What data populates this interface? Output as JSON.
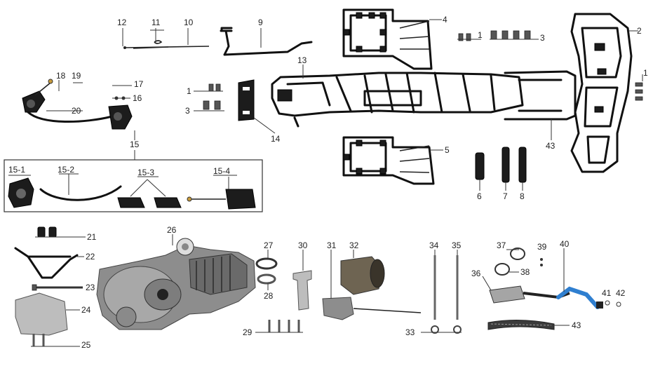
{
  "labels": {
    "l1a": "1",
    "l1b": "1",
    "l2": "2",
    "l3a": "3",
    "l3b": "3",
    "l4": "4",
    "l5": "5",
    "l6": "6",
    "l7": "7",
    "l8": "8",
    "l9": "9",
    "l10": "10",
    "l11": "11",
    "l12": "12",
    "l13": "13",
    "l14": "14",
    "l15": "15",
    "l15_1": "15-1",
    "l15_2": "15-2",
    "l15_3": "15-3",
    "l15_4": "15-4",
    "l16": "16",
    "l17": "17",
    "l18": "18",
    "l19": "19",
    "l20": "20",
    "l21": "21",
    "l22": "22",
    "l23": "23",
    "l24": "24",
    "l25": "25",
    "l26": "26",
    "l27": "27",
    "l28": "28",
    "l29": "29",
    "l30": "30",
    "l31": "31",
    "l32": "32",
    "l33": "33",
    "l34": "34",
    "l35": "35",
    "l36": "36",
    "l37": "37",
    "l38": "38",
    "l39": "39",
    "l40": "40",
    "l41": "41",
    "l42": "42",
    "l43a": "43",
    "l43b": "43"
  },
  "colors": {
    "frame": "#1a1a1a",
    "engine": "#9a9a9a",
    "exhaust_accent": "#2f7fd0",
    "background": "#ffffff"
  }
}
